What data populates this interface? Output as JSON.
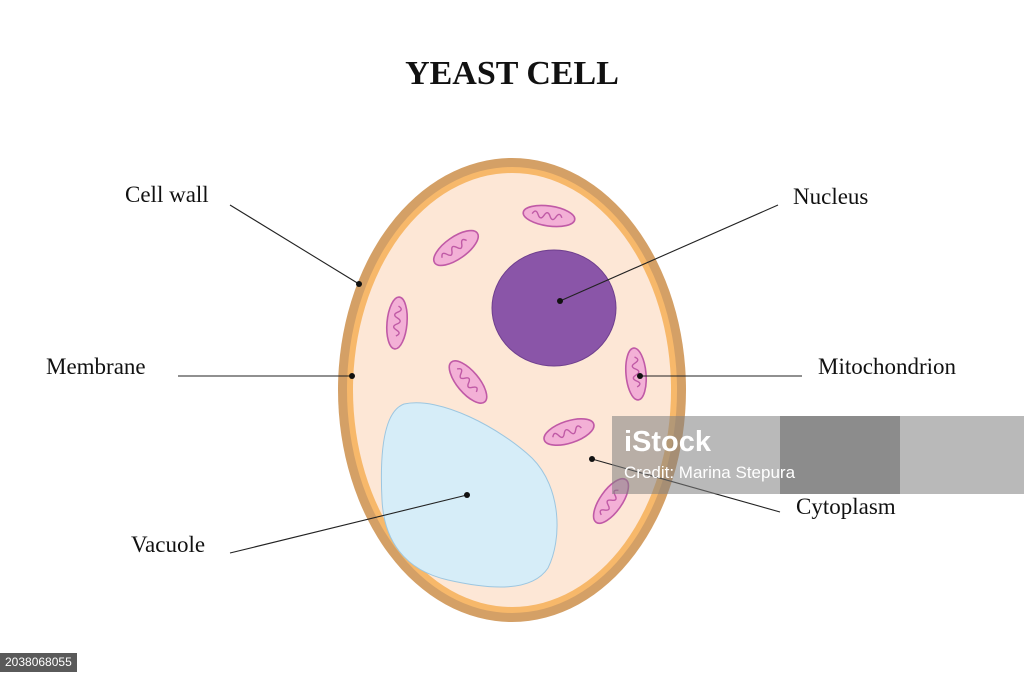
{
  "title": "YEAST CELL",
  "labels": {
    "cell_wall": "Cell wall",
    "membrane": "Membrane",
    "vacuole": "Vacuole",
    "nucleus": "Nucleus",
    "mitochondrion": "Mitochondrion",
    "cytoplasm": "Cytoplasm"
  },
  "watermark": {
    "brand": "iStock",
    "credit": "Credit: Marina Stepura"
  },
  "image_id": "2038068055",
  "colors": {
    "cell_wall": "#d4a066",
    "membrane": "#f7b86a",
    "cytoplasm": "#fde7d6",
    "nucleus": "#8a55a8",
    "vacuole": "#d6edf8",
    "mitochondrion_fill": "#f3b0d6",
    "mitochondrion_line": "#c05aa6"
  }
}
